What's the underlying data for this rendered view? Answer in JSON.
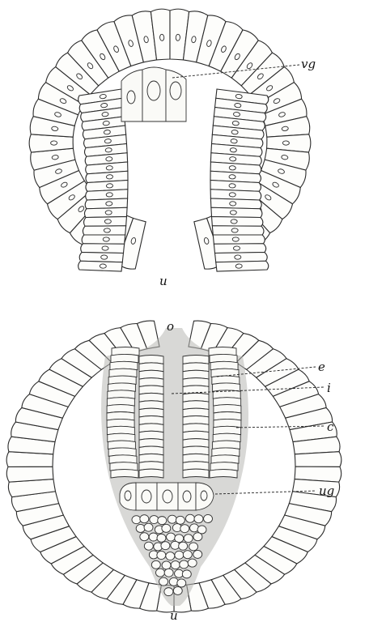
{
  "figure_top": {
    "labels": {
      "vg": "vg",
      "u": "u"
    }
  },
  "figure_bottom": {
    "labels": {
      "o": "o",
      "e": "e",
      "i": "i",
      "c": "c",
      "ug": "ug",
      "u": "u"
    }
  },
  "colors": {
    "ink": "#2a2a2a",
    "paper": "#ffffff",
    "shading": "#8c8c8c"
  }
}
